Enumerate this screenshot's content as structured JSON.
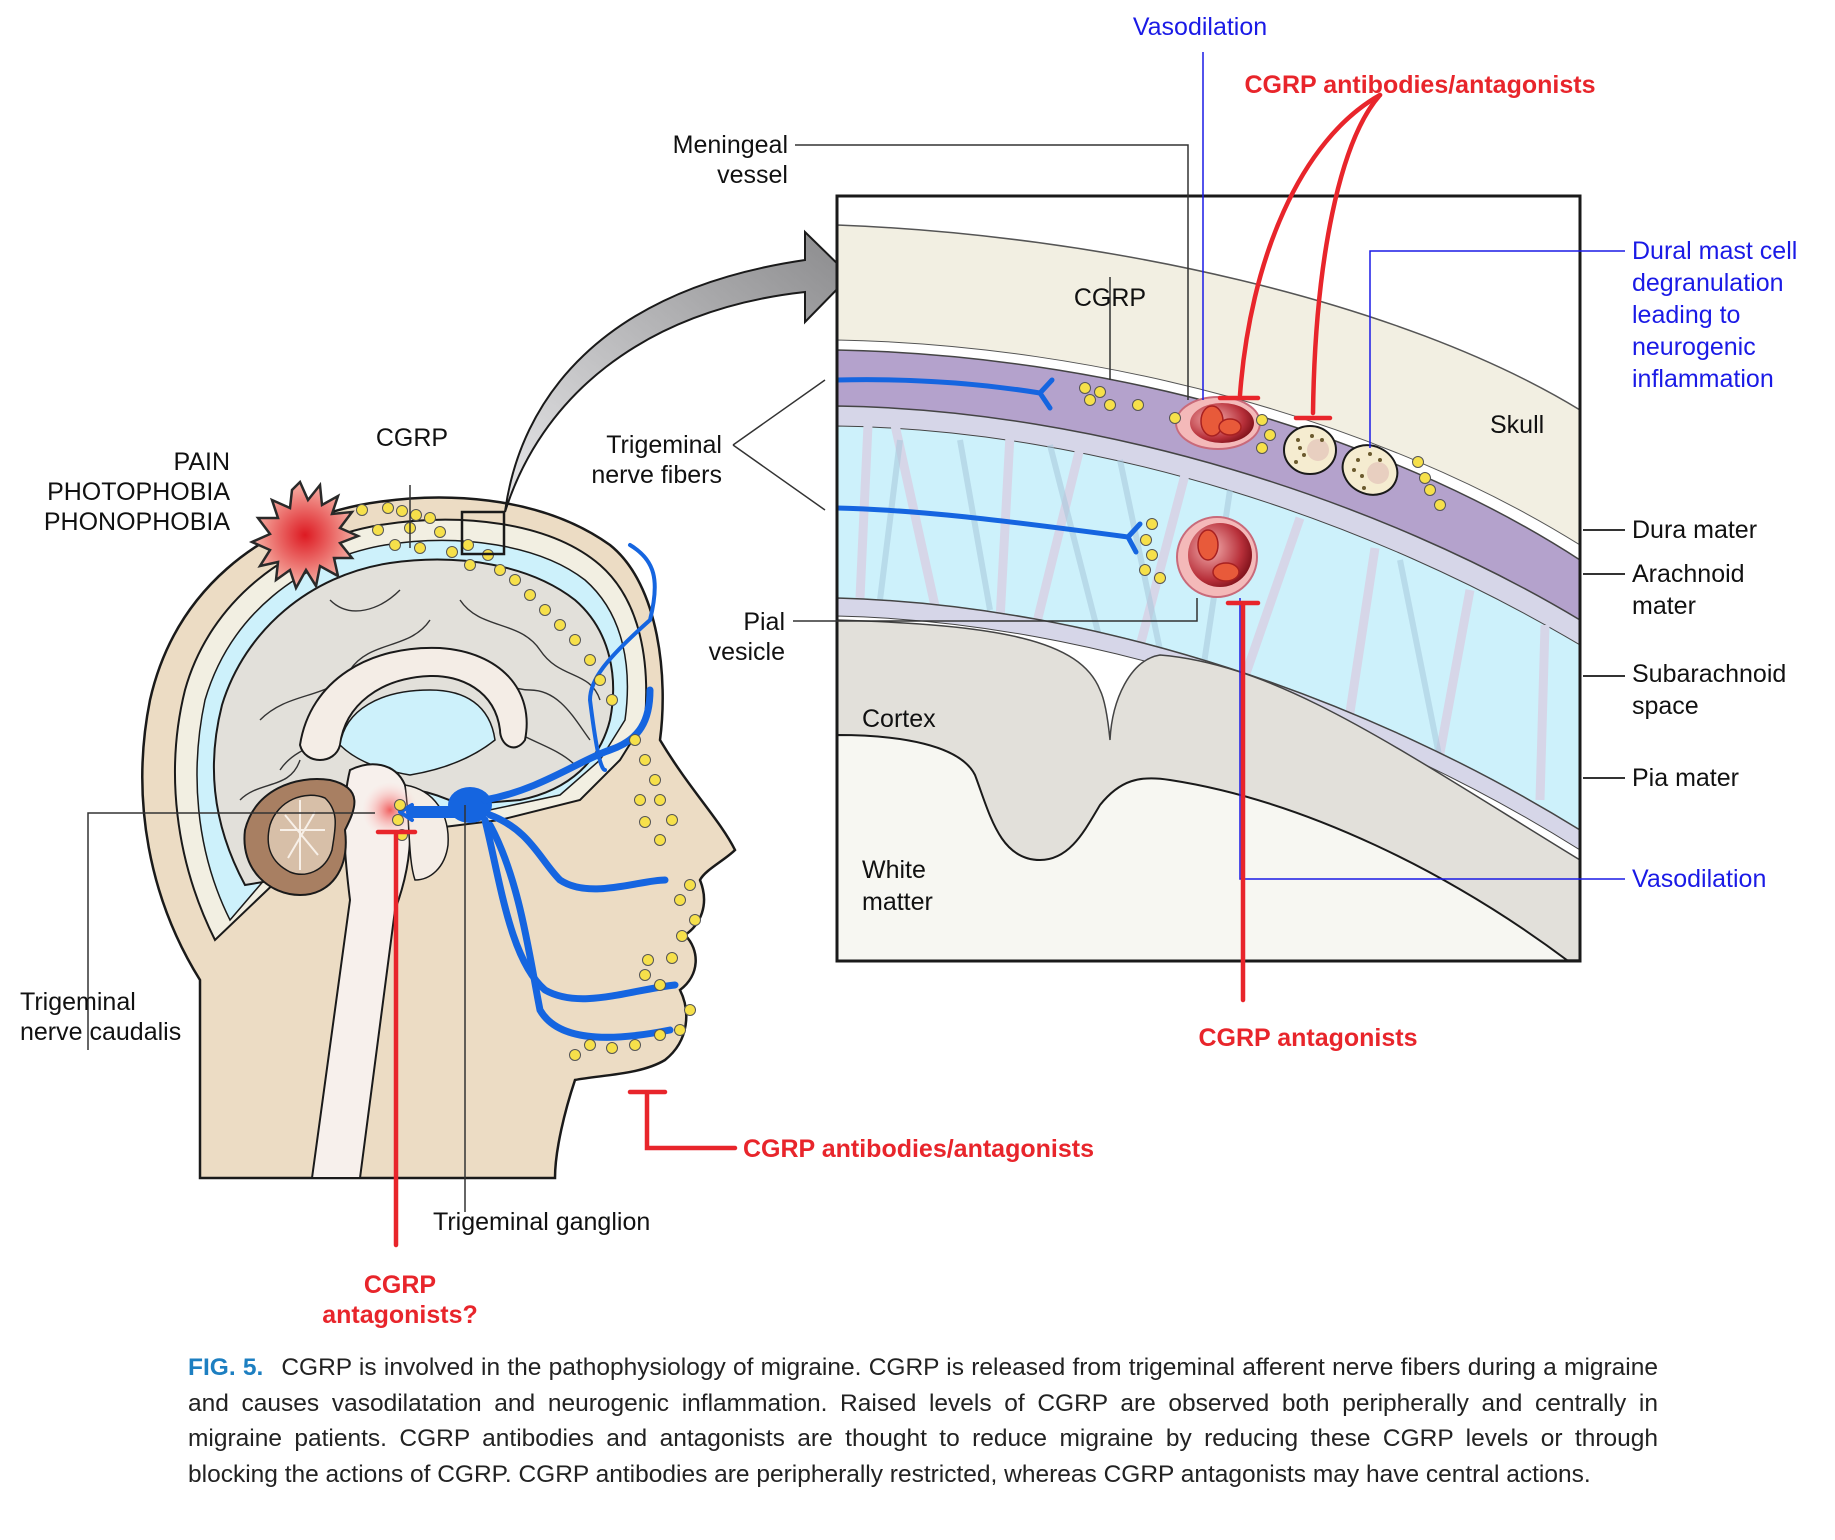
{
  "colors": {
    "red": "#e8252b",
    "blue_label": "#1a1ae6",
    "nerve_blue": "#1565e0",
    "skin": "#ecdcc4",
    "skull": "#f2efe2",
    "dura": "#b4a2cc",
    "arachnoid": "#d6d6e8",
    "csf": "#cdf1fb",
    "cortex": "#e2e0da",
    "white_matter": "#f7f7f2",
    "cgrp_dot": "#f6e04a",
    "caption_fig": "#1d7fc1"
  },
  "left_panel": {
    "symptoms": [
      "PAIN",
      "PHOTOPHOBIA",
      "PHONOPHOBIA"
    ],
    "cgrp": "CGRP",
    "trigeminal_nerve_caudalis": [
      "Trigeminal",
      "nerve caudalis"
    ],
    "trigeminal_ganglion": "Trigeminal ganglion",
    "antagonists_question": [
      "CGRP",
      "antagonists?"
    ],
    "antibodies_antagonists": "CGRP antibodies/antagonists"
  },
  "inset": {
    "meningeal_vessel": [
      "Meningeal",
      "vessel"
    ],
    "trigeminal_nerve_fibers": [
      "Trigeminal",
      "nerve fibers"
    ],
    "pial_vesicle": [
      "Pial",
      "vesicle"
    ],
    "cgrp": "CGRP",
    "vasodilation_top": "Vasodilation",
    "antibodies_antagonists_top": "CGRP antibodies/antagonists",
    "dural_mast_cell": [
      "Dural mast cell",
      "degranulation",
      "leading to",
      "neurogenic",
      "inflammation"
    ],
    "skull": "Skull",
    "dura_mater": "Dura mater",
    "arachnoid_mater": [
      "Arachnoid",
      "mater"
    ],
    "subarachnoid_space": [
      "Subarachnoid",
      "space"
    ],
    "pia_mater": "Pia mater",
    "vasodilation_bottom": "Vasodilation",
    "cortex": "Cortex",
    "white_matter": [
      "White",
      "matter"
    ],
    "antagonists_bottom": "CGRP antagonists"
  },
  "caption": {
    "fig_label": "FIG. 5.",
    "text": "CGRP is involved in the pathophysiology of migraine. CGRP is released from trigeminal afferent nerve fibers during a migraine and causes vasodilatation and neurogenic inflammation. Raised levels of CGRP are observed both peripherally and centrally in migraine patients. CGRP antibodies and antagonists are thought to reduce migraine by reducing these CGRP levels or through blocking the actions of CGRP. CGRP antibodies are peripherally restricted, whereas CGRP antagonists may have central actions."
  }
}
